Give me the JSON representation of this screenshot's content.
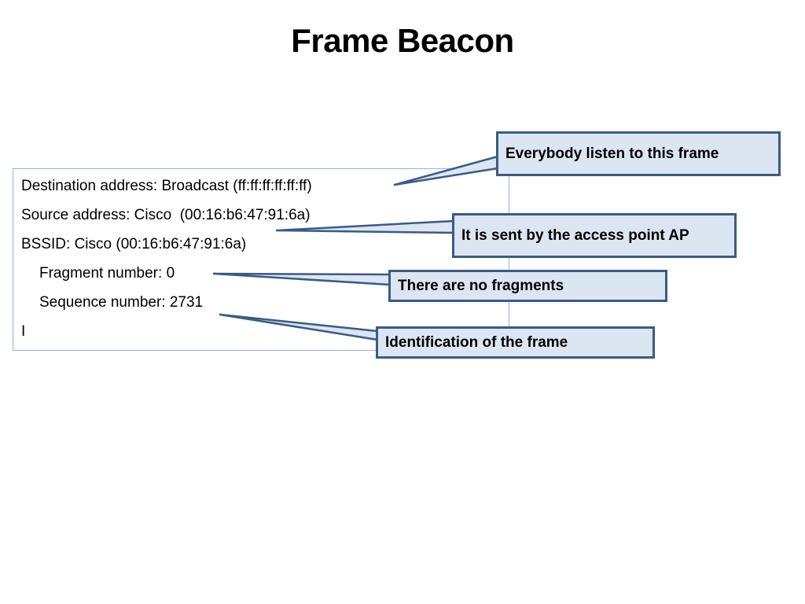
{
  "title": "Frame Beacon",
  "fields": {
    "destination": "Destination address: Broadcast (ff:ff:ff:ff:ff:ff)",
    "source": "Source address: Cisco  (00:16:b6:47:91:6a)",
    "bssid": "BSSID: Cisco (00:16:b6:47:91:6a)",
    "fragment": "Fragment number: 0",
    "sequence": "Sequence number: 2731",
    "cursor": "I"
  },
  "callouts": {
    "broadcast": "Everybody listen to this frame",
    "source": "It is sent by the access point AP",
    "fragment": "There are no fragments",
    "sequence": "Identification of the frame"
  },
  "colors": {
    "callout_fill": "#dce6f2",
    "callout_border": "#3a5b86",
    "frame_border": "#95b3d7"
  }
}
